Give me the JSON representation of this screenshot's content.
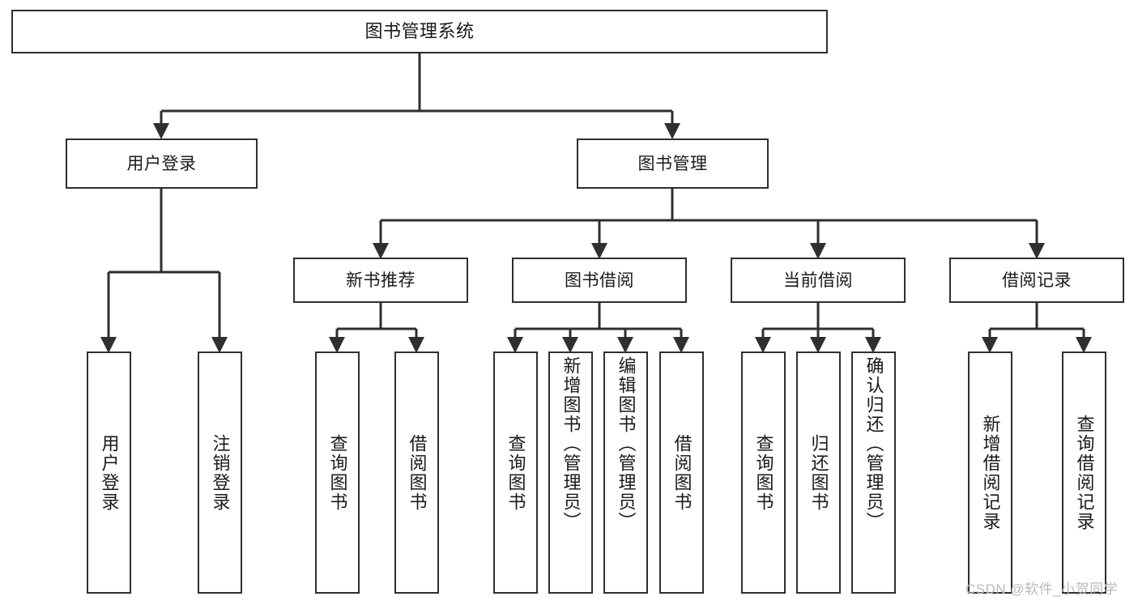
{
  "diagram": {
    "type": "tree-hierarchy",
    "title_node": {
      "id": "root",
      "label": "图书管理系统"
    },
    "level2": [
      {
        "id": "user-login",
        "label": "用户登录"
      },
      {
        "id": "book-manage",
        "label": "图书管理"
      }
    ],
    "level3": [
      {
        "id": "new-book-rec",
        "label": "新书推荐",
        "parent": "book-manage"
      },
      {
        "id": "book-borrow",
        "label": "图书借阅",
        "parent": "book-manage"
      },
      {
        "id": "current-borrow",
        "label": "当前借阅",
        "parent": "book-manage"
      },
      {
        "id": "borrow-record",
        "label": "借阅记录",
        "parent": "book-manage"
      }
    ],
    "leaves": [
      {
        "id": "leaf-1",
        "label": "用户登录",
        "parent": "user-login"
      },
      {
        "id": "leaf-2",
        "label": "注销登录",
        "parent": "user-login"
      },
      {
        "id": "leaf-3",
        "label": "查询图书",
        "parent": "new-book-rec"
      },
      {
        "id": "leaf-4",
        "label": "借阅图书",
        "parent": "new-book-rec"
      },
      {
        "id": "leaf-5",
        "label": "查询图书",
        "parent": "book-borrow"
      },
      {
        "id": "leaf-6",
        "label": "新增图书（管理员）",
        "parent": "book-borrow"
      },
      {
        "id": "leaf-7",
        "label": "编辑图书（管理员）",
        "parent": "book-borrow"
      },
      {
        "id": "leaf-8",
        "label": "借阅图书",
        "parent": "book-borrow"
      },
      {
        "id": "leaf-9",
        "label": "查询图书",
        "parent": "current-borrow"
      },
      {
        "id": "leaf-10",
        "label": "归还图书",
        "parent": "current-borrow"
      },
      {
        "id": "leaf-11",
        "label": "确认归还（管理员）",
        "parent": "current-borrow"
      },
      {
        "id": "leaf-12",
        "label": "新增借阅记录",
        "parent": "borrow-record"
      },
      {
        "id": "leaf-13",
        "label": "查询借阅记录",
        "parent": "borrow-record"
      }
    ],
    "watermark": "CSDN @软件_小贺同学",
    "colors": {
      "stroke": "#2f2f2f",
      "fill": "#ffffff",
      "text": "#1a1a1a",
      "watermark": "#b9b9b9"
    }
  }
}
